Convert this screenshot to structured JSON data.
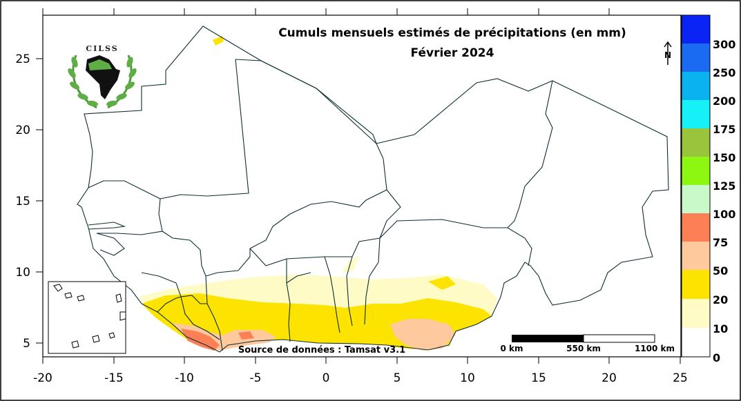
{
  "map": {
    "title_line1": "Cumuls mensuels estimés de précipitations (en mm)",
    "title_line2": "Février 2024",
    "source": "Source de données : Tamsat v3.1",
    "logo_text": "CILSS",
    "north_symbol": "N",
    "x_ticks": [
      "-20",
      "-15",
      "-10",
      "-5",
      "0",
      "5",
      "10",
      "15",
      "20",
      "25"
    ],
    "y_ticks": [
      "25",
      "20",
      "15",
      "10",
      "5"
    ],
    "scale_bar": {
      "labels": [
        "0 km",
        "550 km",
        "1100 km"
      ]
    },
    "legend": {
      "labels": [
        "300",
        "250",
        "200",
        "175",
        "150",
        "125",
        "100",
        "75",
        "50",
        "20",
        "10",
        "0"
      ],
      "colors": [
        "#0a24f5",
        "#1a6af2",
        "#0ab2ef",
        "#15f1f6",
        "#9ac43c",
        "#8ef711",
        "#c9f8c9",
        "#fc7f56",
        "#fdc99d",
        "#fde300",
        "#fefbc6",
        "#ffffff"
      ]
    },
    "colors": {
      "very_light": "#fefbc6",
      "yellow": "#fde300",
      "peach": "#fdc99d",
      "orange": "#fc7f56",
      "border": "#0b2d33",
      "laurel": "#4f9a3c"
    }
  }
}
